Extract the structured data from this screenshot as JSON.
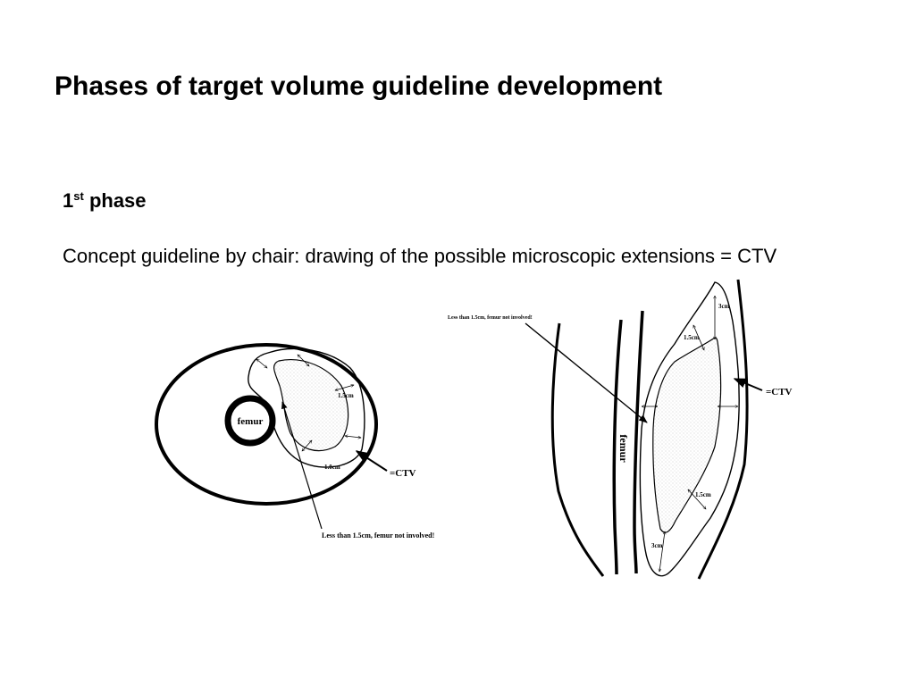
{
  "slide": {
    "title": "Phases of target volume guideline development",
    "phase_number": "1",
    "phase_suffix": "st",
    "phase_word": "phase",
    "description": "Concept guideline by chair: drawing of the possible microscopic extensions = CTV"
  },
  "axial_diagram": {
    "femur_label": "femur",
    "margin_labels": [
      "1.5cm",
      "1.0cm"
    ],
    "ctv_label": "=CTV",
    "note": "Less than 1.5cm, femur not involved!"
  },
  "coronal_diagram": {
    "femur_label": "femur",
    "margin_labels": [
      "3cm",
      "1.5cm",
      "1.5cm",
      "3cm"
    ],
    "ctv_label": "=CTV",
    "note": "Less than 1.5cm, femur not involved!"
  }
}
